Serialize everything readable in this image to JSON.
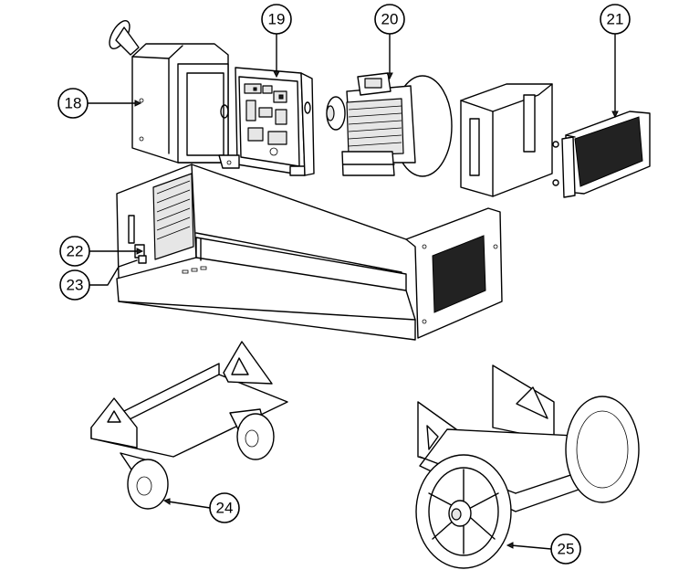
{
  "callouts": [
    {
      "id": "18",
      "label": "18"
    },
    {
      "id": "19",
      "label": "19"
    },
    {
      "id": "20",
      "label": "20"
    },
    {
      "id": "21",
      "label": "21"
    },
    {
      "id": "22",
      "label": "22"
    },
    {
      "id": "23",
      "label": "23"
    },
    {
      "id": "24",
      "label": "24"
    },
    {
      "id": "25",
      "label": "25"
    }
  ]
}
